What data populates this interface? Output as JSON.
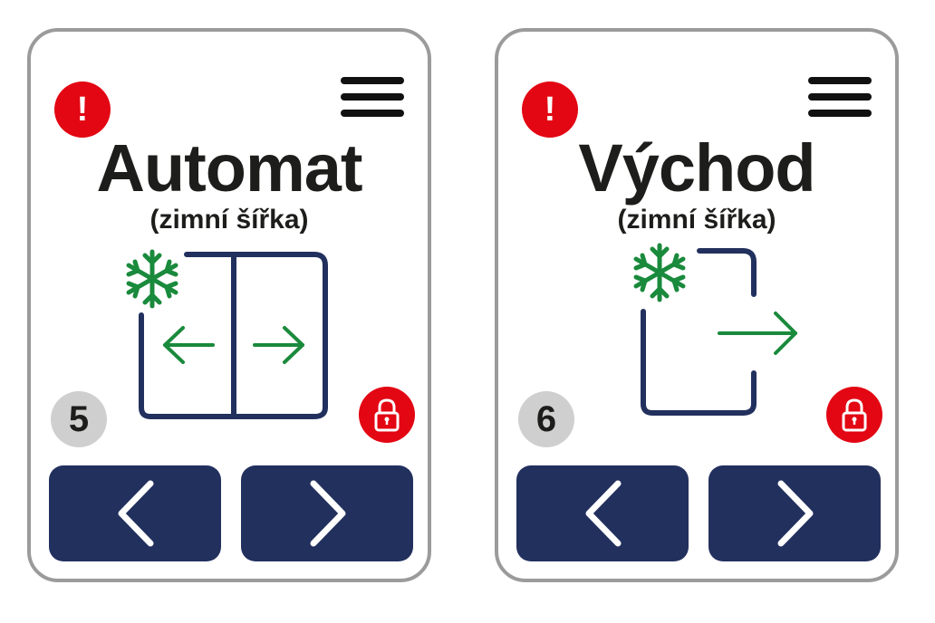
{
  "colors": {
    "navy": "#22305e",
    "alert_red": "#e30613",
    "frost_green": "#1a8a3c",
    "badge_grey": "#cfcfcf",
    "frame_grey": "#9b9b9b"
  },
  "panels": [
    {
      "alert_glyph": "!",
      "title": "Automat",
      "subtitle": "(zimní šířka)",
      "step": "5",
      "icons": {
        "alert": "exclamation-icon",
        "menu": "hamburger-menu-icon",
        "frost": "snowflake-icon",
        "lock": "padlock-icon",
        "prev": "chevron-left-icon",
        "next": "chevron-right-icon"
      }
    },
    {
      "alert_glyph": "!",
      "title": "Východ",
      "subtitle": "(zimní šířka)",
      "step": "6",
      "icons": {
        "alert": "exclamation-icon",
        "menu": "hamburger-menu-icon",
        "frost": "snowflake-icon",
        "lock": "padlock-icon",
        "prev": "chevron-left-icon",
        "next": "chevron-right-icon"
      }
    }
  ]
}
